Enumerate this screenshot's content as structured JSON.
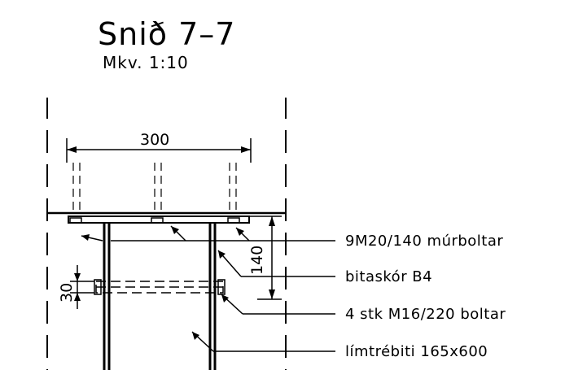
{
  "title": "Snið 7–7",
  "scale": "Mkv. 1:10",
  "dimensions": {
    "width": "300",
    "height": "140",
    "spacing": "30"
  },
  "callouts": [
    "9M20/140 múrboltar",
    "bitaskór B4",
    "4 stk M16/220 boltar",
    "límtrébiti 165x600"
  ]
}
